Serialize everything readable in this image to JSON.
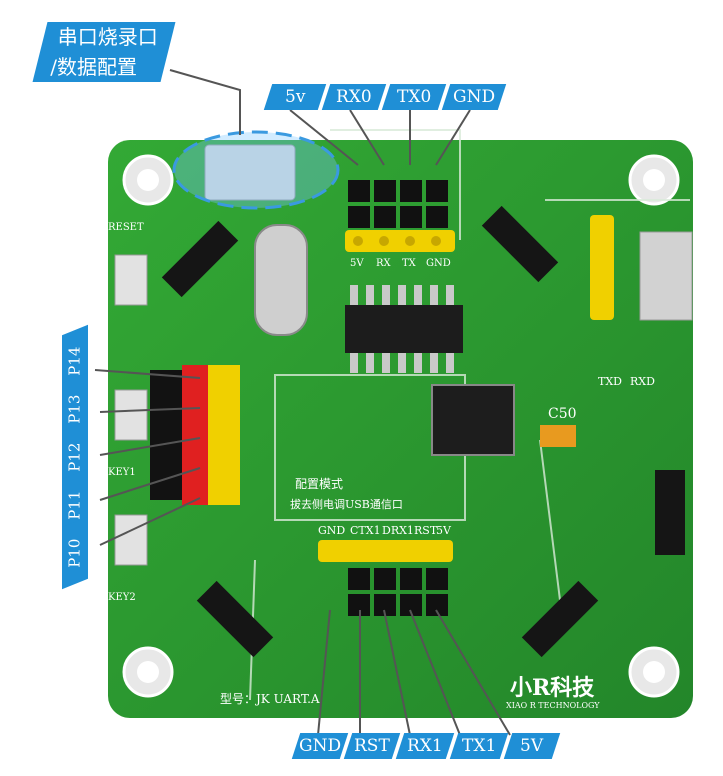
{
  "callout": {
    "line1": "串口烧录口",
    "line2": "/数据配置"
  },
  "top_pins": [
    "5v",
    "RX0",
    "TX0",
    "GND"
  ],
  "bottom_pins": [
    "GND",
    "RST",
    "RX1",
    "TX1",
    "5V"
  ],
  "side_pins": [
    "P14",
    "P13",
    "P12",
    "P11",
    "P10"
  ],
  "board": {
    "logo_text": "小R科技",
    "logo_sub": "XIAO R TECHNOLOGY",
    "model": "型号：JK UART.A",
    "silk_left_top": "RESET",
    "silk_left_bottom": "KEY2",
    "silk_key1": "KEY1",
    "silk_header_left": [
      "5V",
      "RX",
      "TX",
      "GND"
    ],
    "silk_header_bottom": [
      "GND",
      "CTX1",
      "DRX1",
      "RST",
      "5V"
    ],
    "silk_txd": "TXD",
    "silk_rxd": "RXD",
    "silk_c50": "C50",
    "silk_mode": "配置模式",
    "silk_usb": "拔去侧电调USB通信口"
  },
  "colors": {
    "board": "#2a9a2c",
    "board_dark": "#1f7f22",
    "tag": "#1f8fd6",
    "header": "#f0d000",
    "red_header": "#e02020"
  }
}
